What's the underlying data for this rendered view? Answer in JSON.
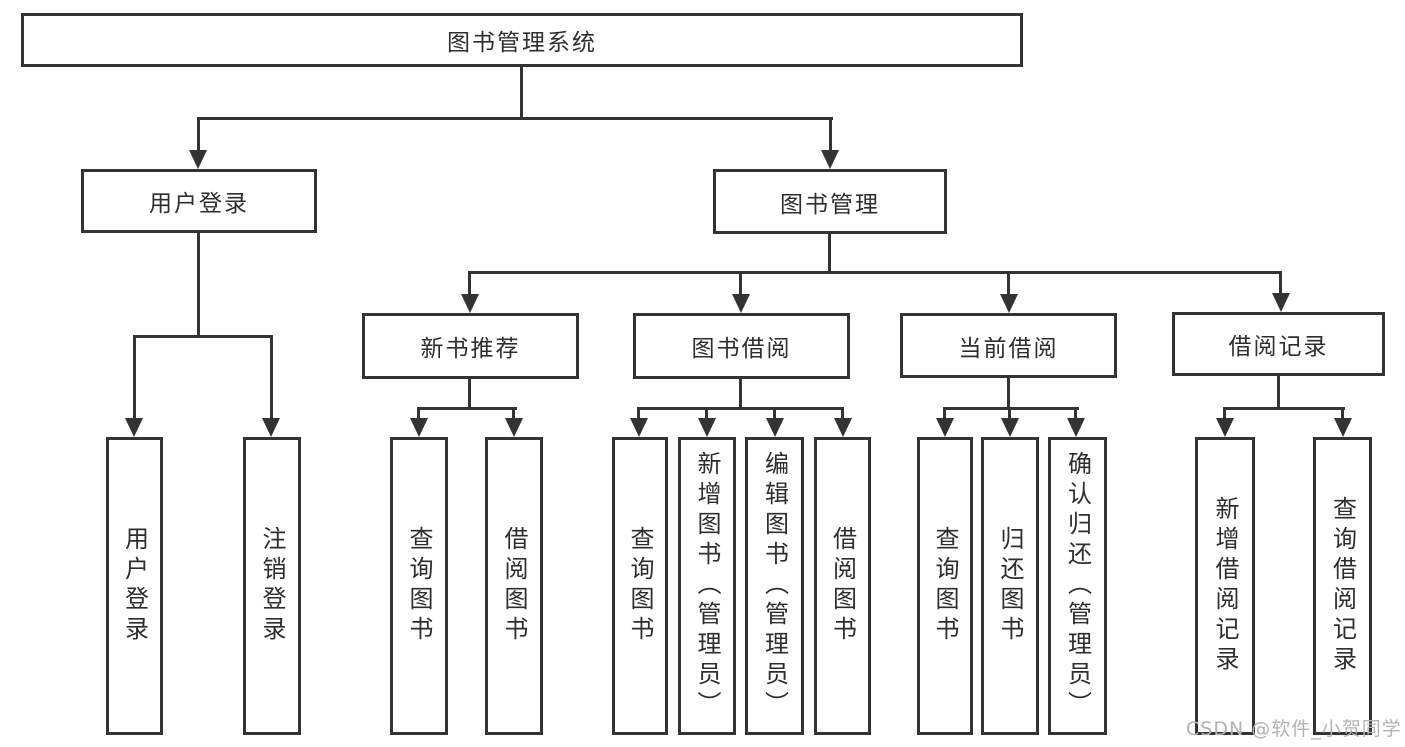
{
  "tree": {
    "label": "图书管理系统",
    "children": [
      {
        "label": "用户登录",
        "children": [
          {
            "label": "用户登录"
          },
          {
            "label": "注销登录"
          }
        ]
      },
      {
        "label": "图书管理",
        "children": [
          {
            "label": "新书推荐",
            "children": [
              {
                "label": "查询图书"
              },
              {
                "label": "借阅图书"
              }
            ]
          },
          {
            "label": "图书借阅",
            "children": [
              {
                "label": "查询图书"
              },
              {
                "label": "新增图书（管理员）"
              },
              {
                "label": "编辑图书（管理员）"
              },
              {
                "label": "借阅图书"
              }
            ]
          },
          {
            "label": "当前借阅",
            "children": [
              {
                "label": "查询图书"
              },
              {
                "label": "归还图书"
              },
              {
                "label": "确认归还（管理员）"
              }
            ]
          },
          {
            "label": "借阅记录",
            "children": [
              {
                "label": "新增借阅记录"
              },
              {
                "label": "查询借阅记录"
              }
            ]
          }
        ]
      }
    ]
  },
  "watermark": {
    "text": "CSDN @软件_小贺同学"
  },
  "colors": {
    "line": "#333333",
    "text": "#2e2e2e",
    "watermark": "#b3b3b3",
    "background": "#ffffff"
  }
}
